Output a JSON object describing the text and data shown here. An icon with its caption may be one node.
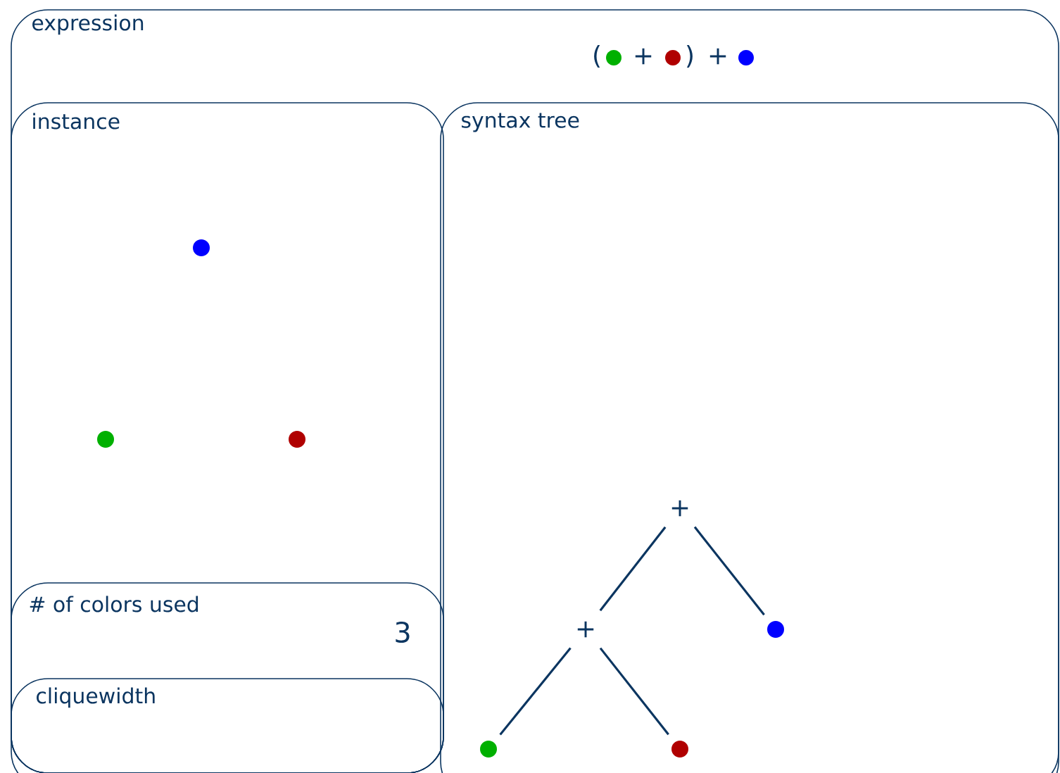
{
  "diagram": {
    "nodes": [
      {
        "text": [
          "expression"
        ]
      },
      {
        "text": [],
        "shape": "circle",
        "in": 0
      },
      {
        "text": [],
        "shape": "circle",
        "in": 0
      },
      {
        "text": [],
        "shape": "circle",
        "in": 0
      },
      {
        "text": [
          "instance"
        ],
        "in": 0
      },
      {
        "text": [],
        "shape": "circle",
        "in": 4
      },
      {
        "text": [],
        "shape": "circle",
        "in": 4
      },
      {
        "text": [],
        "shape": "circle",
        "in": 4
      },
      {
        "text": [
          "# of colors used",
          "3"
        ],
        "in": 4
      },
      {
        "text": [
          "cliquewidth"
        ],
        "in": 8
      },
      {
        "text": [
          "syntax tree"
        ],
        "in": 0
      },
      {
        "text": [
          "+"
        ],
        "in": 10
      },
      {
        "text": [
          "+"
        ],
        "in": 10
      },
      {
        "text": [],
        "shape": "circle",
        "in": 10
      },
      {
        "text": [],
        "shape": "circle",
        "in": 10
      },
      {
        "text": [],
        "shape": "circle",
        "in": 10
      }
    ],
    "edges": [
      {
        "from": 11,
        "to": 12,
        "arrow": "none"
      },
      {
        "from": 11,
        "to": 13,
        "arrow": "none"
      },
      {
        "from": 12,
        "to": 14,
        "arrow": "none"
      },
      {
        "from": 12,
        "to": 15,
        "arrow": "none"
      }
    ],
    "labels": [
      "(",
      "+",
      ")",
      "+"
    ]
  }
}
